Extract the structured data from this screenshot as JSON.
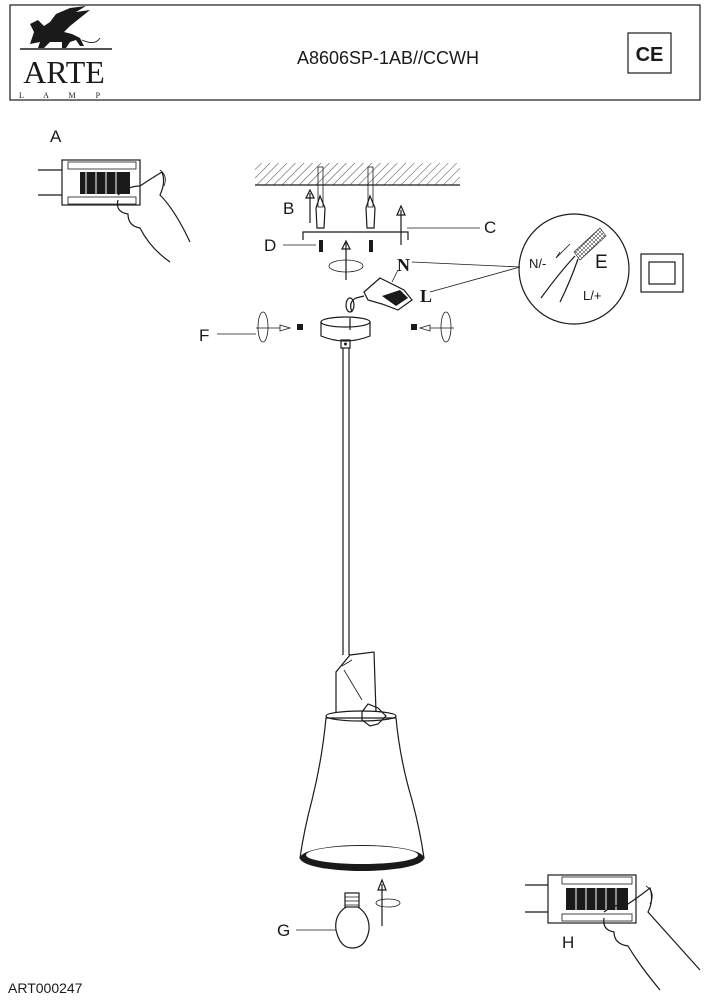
{
  "header": {
    "brand": "ARTE",
    "brand_sub": "L  A  M  P",
    "model": "A8606SP-1AB//CCWH",
    "cert_mark": "CE",
    "logo_icon": "winged-lion-logo"
  },
  "labels": {
    "a": "A",
    "b": "B",
    "c": "C",
    "d": "D",
    "e": "E",
    "f": "F",
    "g": "G",
    "h": "H",
    "n": "N",
    "l": "L",
    "neutral": "N/-",
    "live": "L/+"
  },
  "footer": {
    "code": "ART000247"
  },
  "colors": {
    "ink": "#1a1a1a",
    "background": "#ffffff"
  }
}
